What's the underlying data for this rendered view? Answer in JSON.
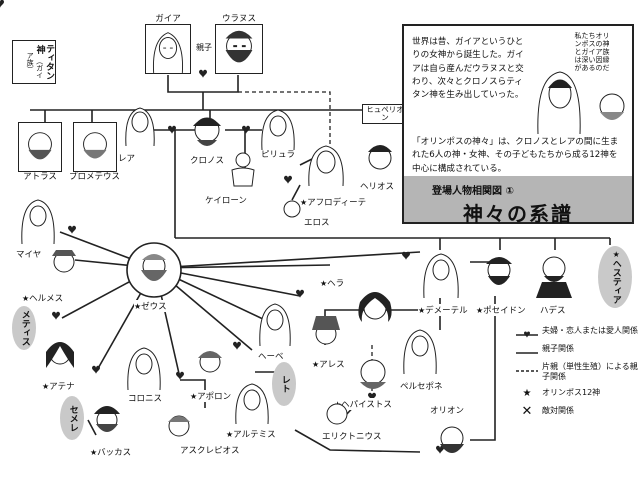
{
  "title": {
    "subtitle": "登場人物相関図 ①",
    "main": "神々の系譜"
  },
  "intro": {
    "top": "世界は昔、ガイアというひとりの女神から誕生した。ガイアは自ら産んだウラヌスと交わり、次々とクロノスらティタン神を生み出していった。",
    "bottom": "「オリンポスの神々」は、クロノスとレアの間に生まれた6人の神・女神、その子どもたちから成る12神を中心に構成されている。",
    "bubble": "私たちオリンポスの神とガイア族は深い因縁があるのだ"
  },
  "group_labels": {
    "titan": "ティタン神",
    "titan_sub": "（ガイア族）",
    "hyperion_box": "ヒュペリオン",
    "parents_tag": "親子"
  },
  "characters": {
    "gaia": "ガイア",
    "uranus": "ウラヌス",
    "atlas": "アトラス",
    "prometheus": "プロメテウス",
    "rhea": "レア",
    "kronos": "クロノス",
    "philyra": "ピリュラ",
    "cheiron": "ケイローン",
    "aphrodite": "アフロディーテ",
    "eros": "エロス",
    "helios": "ヘリオス",
    "maia": "マイヤ",
    "hermes": "ヘルメス",
    "zeus": "ゼウス",
    "hera": "ヘラ",
    "demeter": "デメーテル",
    "poseidon": "ポセイドン",
    "hades": "ハデス",
    "hestia": "ヘスティア",
    "metis": "メティス",
    "athena": "アテナ",
    "hebe": "ヘーベ",
    "ares": "アレス",
    "persephone": "ペルセポネ",
    "leto": "レト",
    "coronis": "コロニス",
    "apollon": "アポロン",
    "artemis": "アルテミス",
    "hephaistos": "ヘパイストス",
    "erichthonios": "エリクトニウス",
    "orion": "オリオン",
    "semele": "セメレ",
    "bacchus": "バッカス",
    "asclepius": "アスクレピオス"
  },
  "olympian_mark": "★",
  "legend": {
    "couple": "夫婦・恋人または愛人関係",
    "parent_child": "親子関係",
    "half_parent": "片親（単性生殖）による親子関係",
    "olympian": "オリンポス12神",
    "enemy": "敵対関係",
    "star": "★",
    "cross": "✕"
  }
}
